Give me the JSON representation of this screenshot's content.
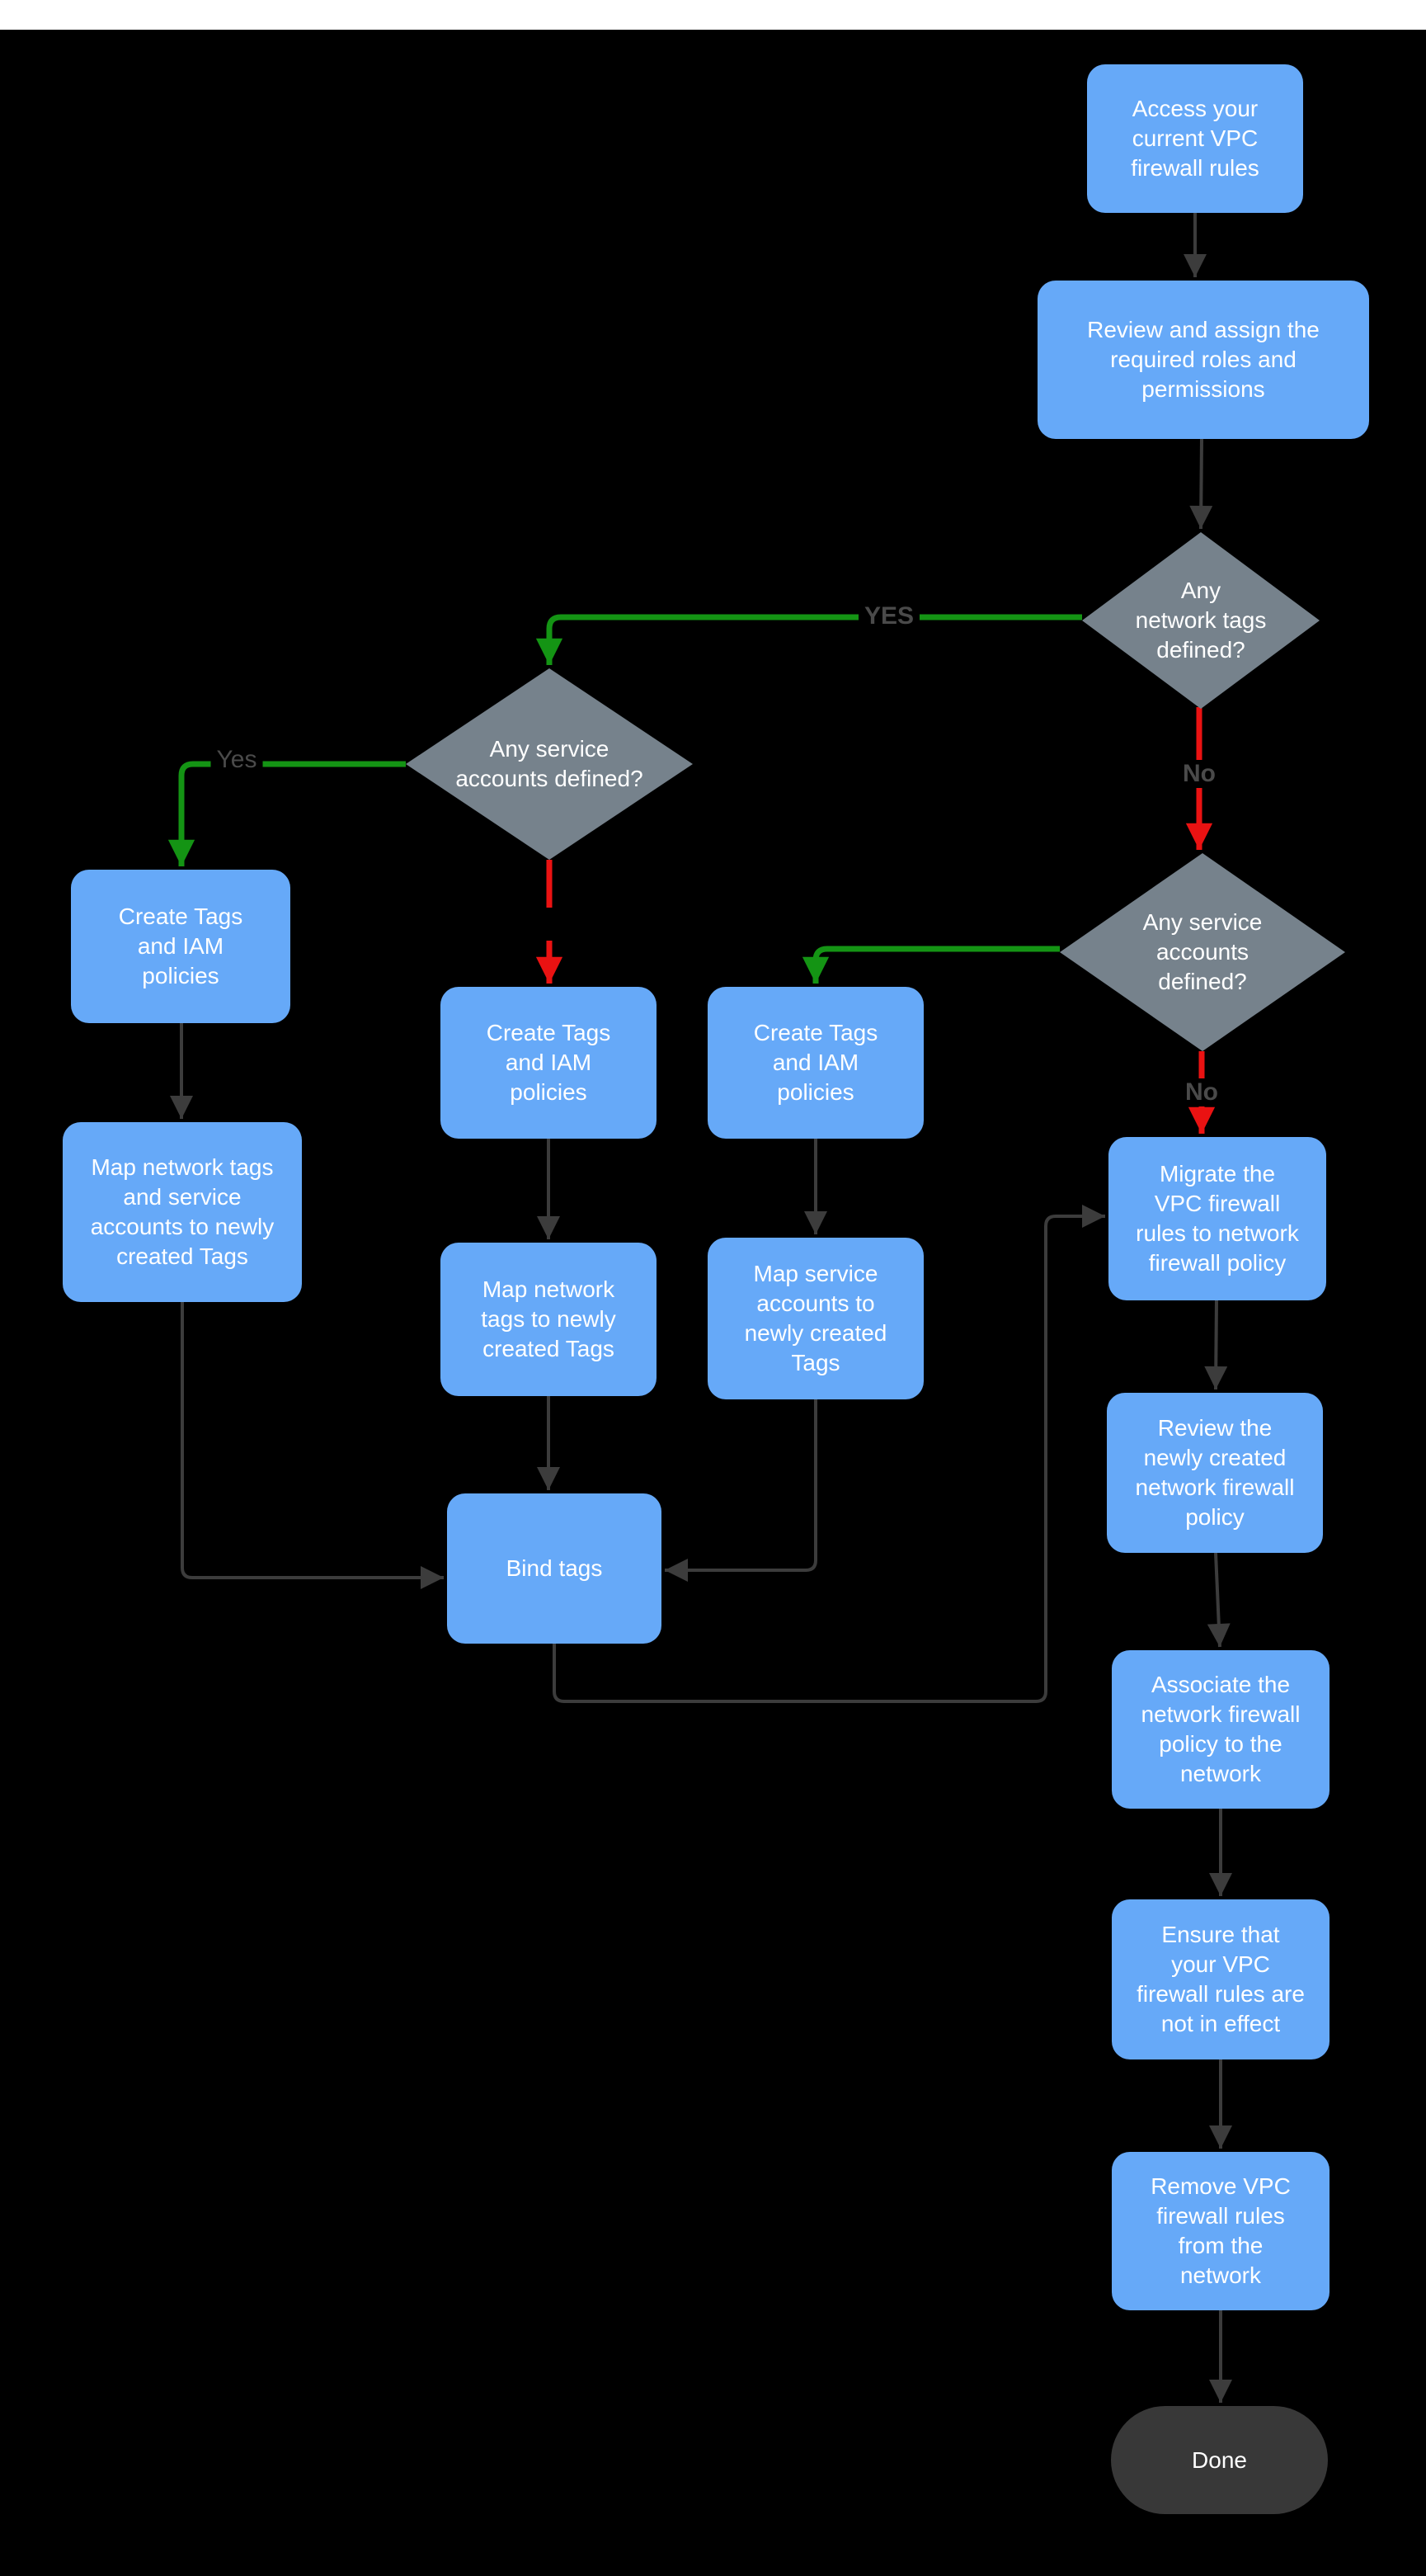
{
  "page": {
    "background_color": "#000000",
    "topbar_color": "#ffffff"
  },
  "colors": {
    "process_fill": "#66a9f8",
    "decision_fill": "#76828c",
    "terminator_fill": "#383838",
    "node_text": "#ffffff",
    "connector_dark": "#3c3c3c",
    "connector_yes_green": "#149414",
    "connector_no_red": "#ea1212",
    "edge_label_text": "#4a4a4a"
  },
  "nodes": {
    "access": {
      "label": "Access your\ncurrent VPC\nfirewall rules"
    },
    "review_roles": {
      "label": "Review and assign the\nrequired roles and\npermissions"
    },
    "network_tags_defined": {
      "label": "Any\nnetwork tags\ndefined?"
    },
    "service_accounts_defined_left": {
      "label": "Any service\naccounts defined?"
    },
    "create_tags_left": {
      "label": "Create Tags\nand IAM\npolicies"
    },
    "map_network_and_service": {
      "label": "Map network tags\nand service\naccounts to newly\ncreated Tags"
    },
    "create_tags_mid": {
      "label": "Create Tags\nand IAM\npolicies"
    },
    "map_network_tags": {
      "label": "Map network\ntags to newly\ncreated Tags"
    },
    "create_tags_right": {
      "label": "Create Tags\nand IAM\npolicies"
    },
    "map_service_accounts": {
      "label": "Map service\naccounts  to\nnewly created\nTags"
    },
    "bind_tags": {
      "label": "Bind tags"
    },
    "service_accounts_defined_right": {
      "label": "Any service\naccounts\ndefined?"
    },
    "migrate": {
      "label": "Migrate the\nVPC firewall\nrules to network\nfirewall policy"
    },
    "review_policy": {
      "label": "Review the\nnewly created\nnetwork firewall\npolicy"
    },
    "associate": {
      "label": "Associate the\nnetwork firewall\npolicy to the\nnetwork"
    },
    "ensure": {
      "label": "Ensure that\nyour VPC\nfirewall rules are\nnot in effect"
    },
    "remove": {
      "label": "Remove  VPC\nfirewall rules\nfrom the\nnetwork"
    },
    "done": {
      "label": "Done"
    }
  },
  "edge_labels": {
    "yes_upper": "YES",
    "yes_lower": "Yes",
    "no_upper": "No",
    "no_lower": "No"
  }
}
